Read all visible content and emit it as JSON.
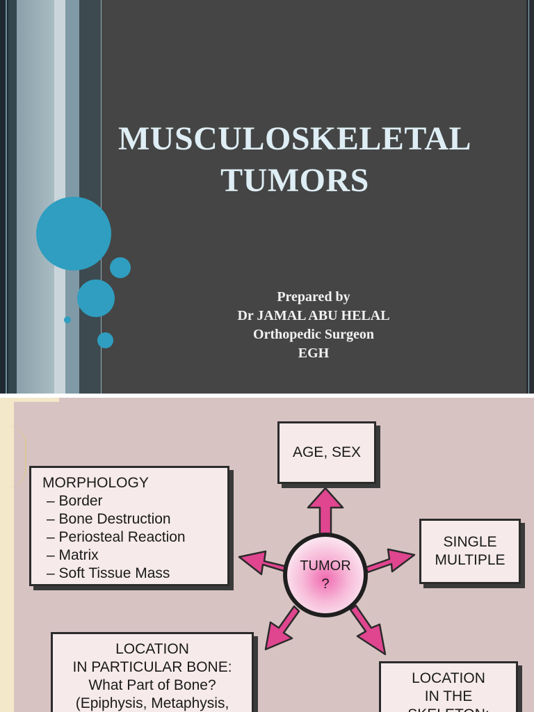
{
  "slide1": {
    "title_line1": "MUSCULOSKELETAL",
    "title_line2": "TUMORS",
    "prepared_by": "Prepared  by",
    "author": "Dr JAMAL ABU HELAL",
    "role": "Orthopedic Surgeon",
    "institution": "EGH",
    "colors": {
      "background": "#454545",
      "circles": "#2f9ec0",
      "title": "#dfeef5"
    }
  },
  "slide2": {
    "center": {
      "line1": "TUMOR",
      "line2": "?"
    },
    "age_sex": "AGE, SEX",
    "morphology": {
      "heading": "MORPHOLOGY",
      "items": [
        "– Border",
        "– Bone Destruction",
        "– Periosteal Reaction",
        "– Matrix",
        "– Soft Tissue Mass"
      ]
    },
    "single_multiple": {
      "line1": "SINGLE",
      "line2": "MULTIPLE"
    },
    "location_bone": {
      "line1": "LOCATION",
      "line2": "IN PARTICULAR BONE:",
      "line3": "What Part of Bone?",
      "line4": "(Epiphysis, Metaphysis,"
    },
    "location_skeleton": {
      "line1": "LOCATION",
      "line2": "IN THE",
      "line3": "SKELETON:"
    },
    "colors": {
      "background": "#d8c3c3",
      "arrows": "#e0458f",
      "box_fill": "#f6eaea"
    }
  }
}
